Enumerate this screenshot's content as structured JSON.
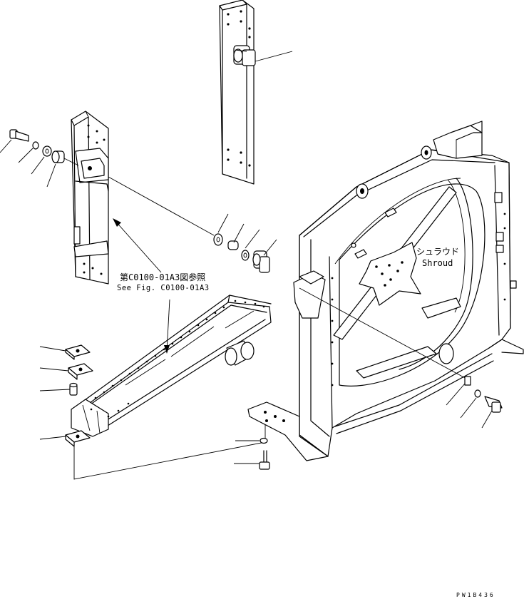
{
  "labels": {
    "ref_jp": "第C0100-01A3図参照",
    "ref_en": "See Fig. C0100-01A3",
    "shroud_jp": "シュラウド",
    "shroud_en": "Shroud",
    "drawing_code": "PW1B436"
  }
}
